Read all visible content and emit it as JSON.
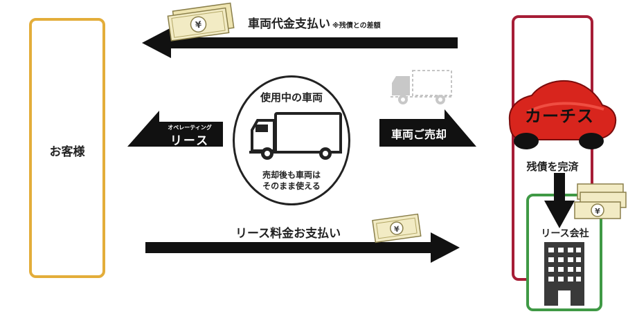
{
  "customer": {
    "label": "お客様"
  },
  "top_flow": {
    "label": "車両代金支払い",
    "note": "※残債との差額"
  },
  "center": {
    "title": "使用中の車両",
    "caption_line1": "売却後も車両は",
    "caption_line2": "そのまま使える"
  },
  "lease_arrow": {
    "small": "オペレーティング",
    "big": "リース"
  },
  "sale_arrow": {
    "label": "車両ご売却"
  },
  "carches": {
    "logo": "カーチス",
    "action": "残債を完済"
  },
  "leasing_company": {
    "label": "リース会社"
  },
  "bottom_flow": {
    "label": "リース料金お支払い"
  },
  "colors": {
    "customer_border": "#e3ad3a",
    "carches_border": "#a61d36",
    "lease_border": "#3f9945",
    "logo_red": "#d8251d"
  }
}
